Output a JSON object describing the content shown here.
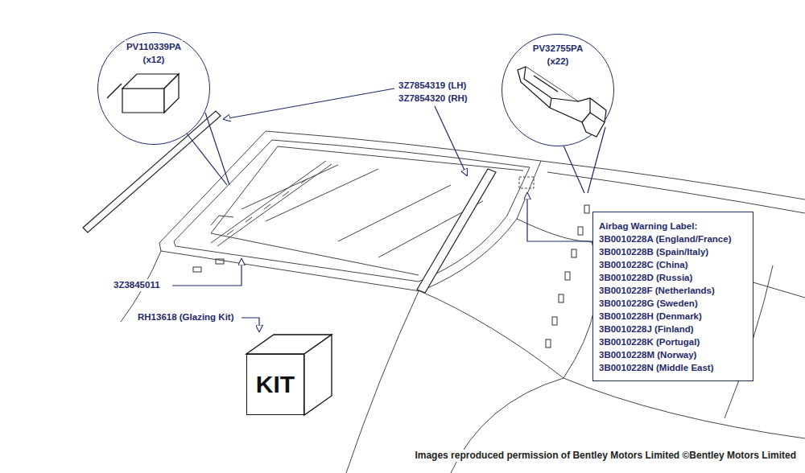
{
  "diagram": {
    "nodes": [
      {
        "text": [
          "PV110339PA",
          "(x12)"
        ]
      },
      {
        "text": [
          "PV32755PA",
          "(x22)"
        ]
      },
      {
        "text": [
          "Airbag Warning Label:",
          "3B0010228A (England/France)",
          "3B0010228B (Spain/Italy)",
          "3B0010228C (China)",
          "3B0010228D (Russia)",
          "3B0010228F (Netherlands)",
          "3B0010228G (Sweden)",
          "3B0010228H (Denmark)",
          "3B0010228J (Finland)",
          "3B0010228K (Portugal)",
          "3B0010228M (Norway)",
          "3B0010228N (Middle East)"
        ]
      },
      {
        "text": [
          "KIT"
        ]
      }
    ],
    "labels": [
      "3Z7854319 (LH)",
      "3Z7854320 (RH)",
      "3Z3845011",
      "RH13618 (Glazing Kit)",
      "Images reproduced permission of Bentley Motors Limited ©Bentley Motors Limited"
    ]
  }
}
